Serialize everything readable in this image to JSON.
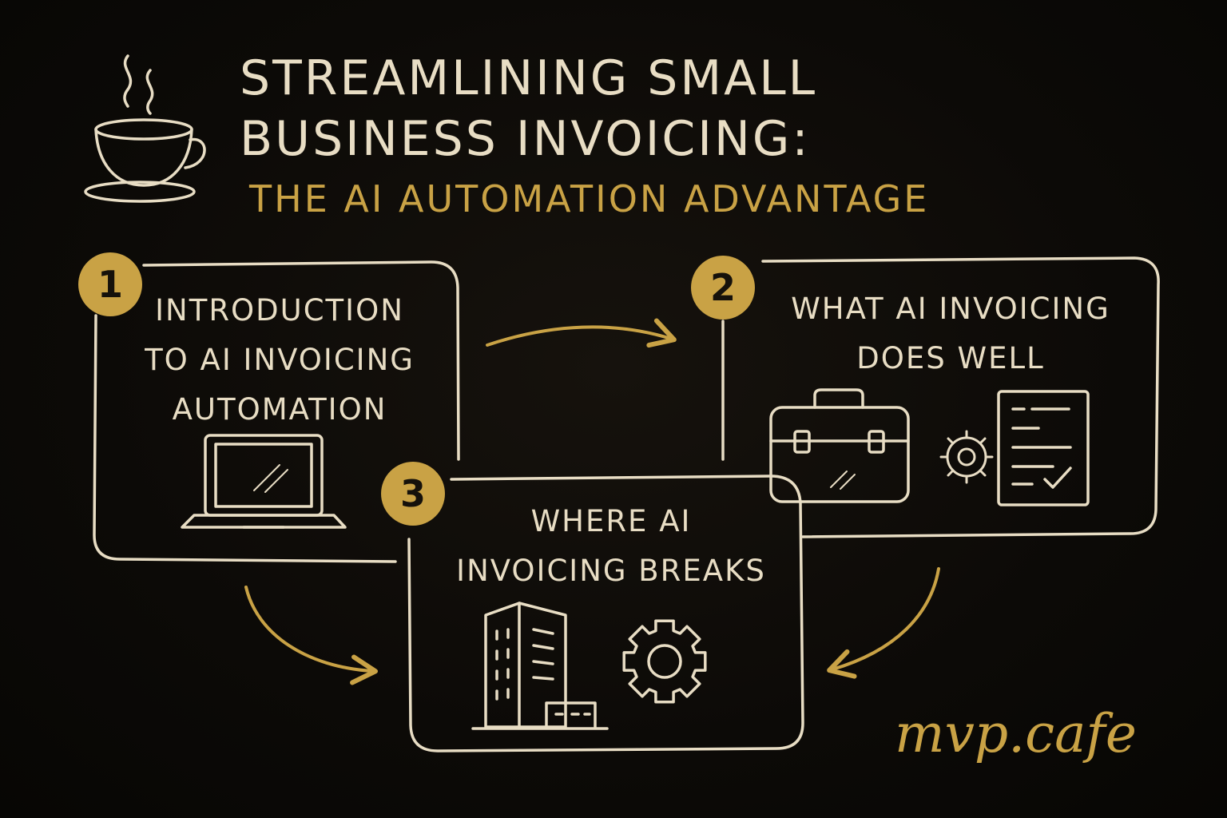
{
  "header": {
    "title_line1": "STREAMLINING SMALL",
    "title_line2": "BUSINESS INVOICING:",
    "subtitle": "THE AI AUTOMATION ADVANTAGE"
  },
  "steps": [
    {
      "number": "1",
      "title_lines": [
        "INTRODUCTION",
        "TO AI INVOICING",
        "AUTOMATION"
      ]
    },
    {
      "number": "2",
      "title_lines": [
        "WHAT AI INVOICING",
        "DOES WELL"
      ]
    },
    {
      "number": "3",
      "title_lines": [
        "WHERE AI",
        "INVOICING BREAKS"
      ]
    }
  ],
  "brand": "mvp.cafe",
  "icons": {
    "header": "coffee-cup-icon",
    "step1": "laptop-icon",
    "step2": [
      "briefcase-icon",
      "gear-icon",
      "document-checklist-icon"
    ],
    "step3": [
      "office-building-icon",
      "gear-icon"
    ]
  },
  "colors": {
    "background": "#0b0906",
    "chalk": "#e8ddc4",
    "gold": "#c9a245",
    "badge_text": "#15110b"
  }
}
